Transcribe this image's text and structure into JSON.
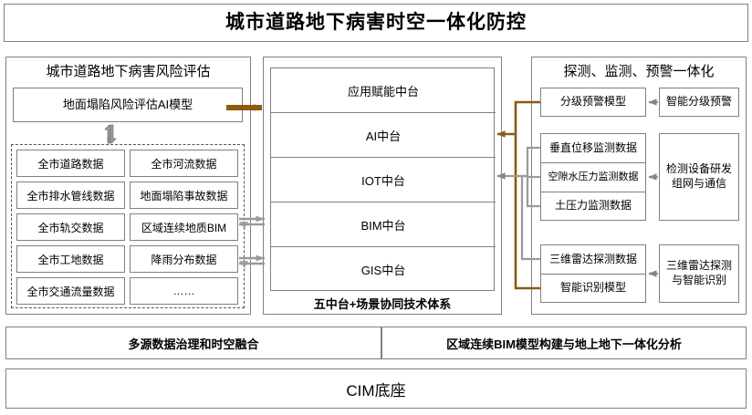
{
  "title": "城市道路地下病害时空一体化防控",
  "colors": {
    "border": "#808080",
    "brown_arrow": "#8C5A10",
    "grey_arrow": "#858585",
    "background": "#ffffff"
  },
  "left_panel": {
    "heading": "城市道路地下病害风险评估",
    "model_box": "地面塌陷风险评估AI模型",
    "link_icon": "up-down-arrow-icon",
    "data_sources": [
      [
        "全市道路数据",
        "全市河流数据"
      ],
      [
        "全市排水管线数据",
        "地面塌陷事故数据"
      ],
      [
        "全市轨交数据",
        "区域连续地质BIM"
      ],
      [
        "全市工地数据",
        "降雨分布数据"
      ],
      [
        "全市交通流量数据",
        "……"
      ]
    ]
  },
  "middle_panel": {
    "layers": [
      "应用赋能中台",
      "AI中台",
      "IOT中台",
      "BIM中台",
      "GIS中台"
    ],
    "footer": "五中台+场景协同技术体系"
  },
  "right_panel": {
    "heading": "探测、监测、预警一体化",
    "warning_model": "分级预警模型",
    "warning_source": "智能分级预警",
    "monitor_data": [
      "垂直位移监测数据",
      "空隙水压力监测数据",
      "土压力监测数据"
    ],
    "monitor_source": "检测设备研发\n组网与通信",
    "monitor_source_line1": "检测设备研发",
    "monitor_source_line2": "组网与通信",
    "radar_data": "三维雷达探测数据",
    "recognition_model": "智能识别模型",
    "radar_source_line1": "三维雷达探测",
    "radar_source_line2": "与智能识别"
  },
  "bottom": {
    "bar_left": "多源数据治理和时空融合",
    "bar_right": "区域连续BIM模型构建与地上地下一体化分析",
    "foundation": "CIM底座"
  }
}
